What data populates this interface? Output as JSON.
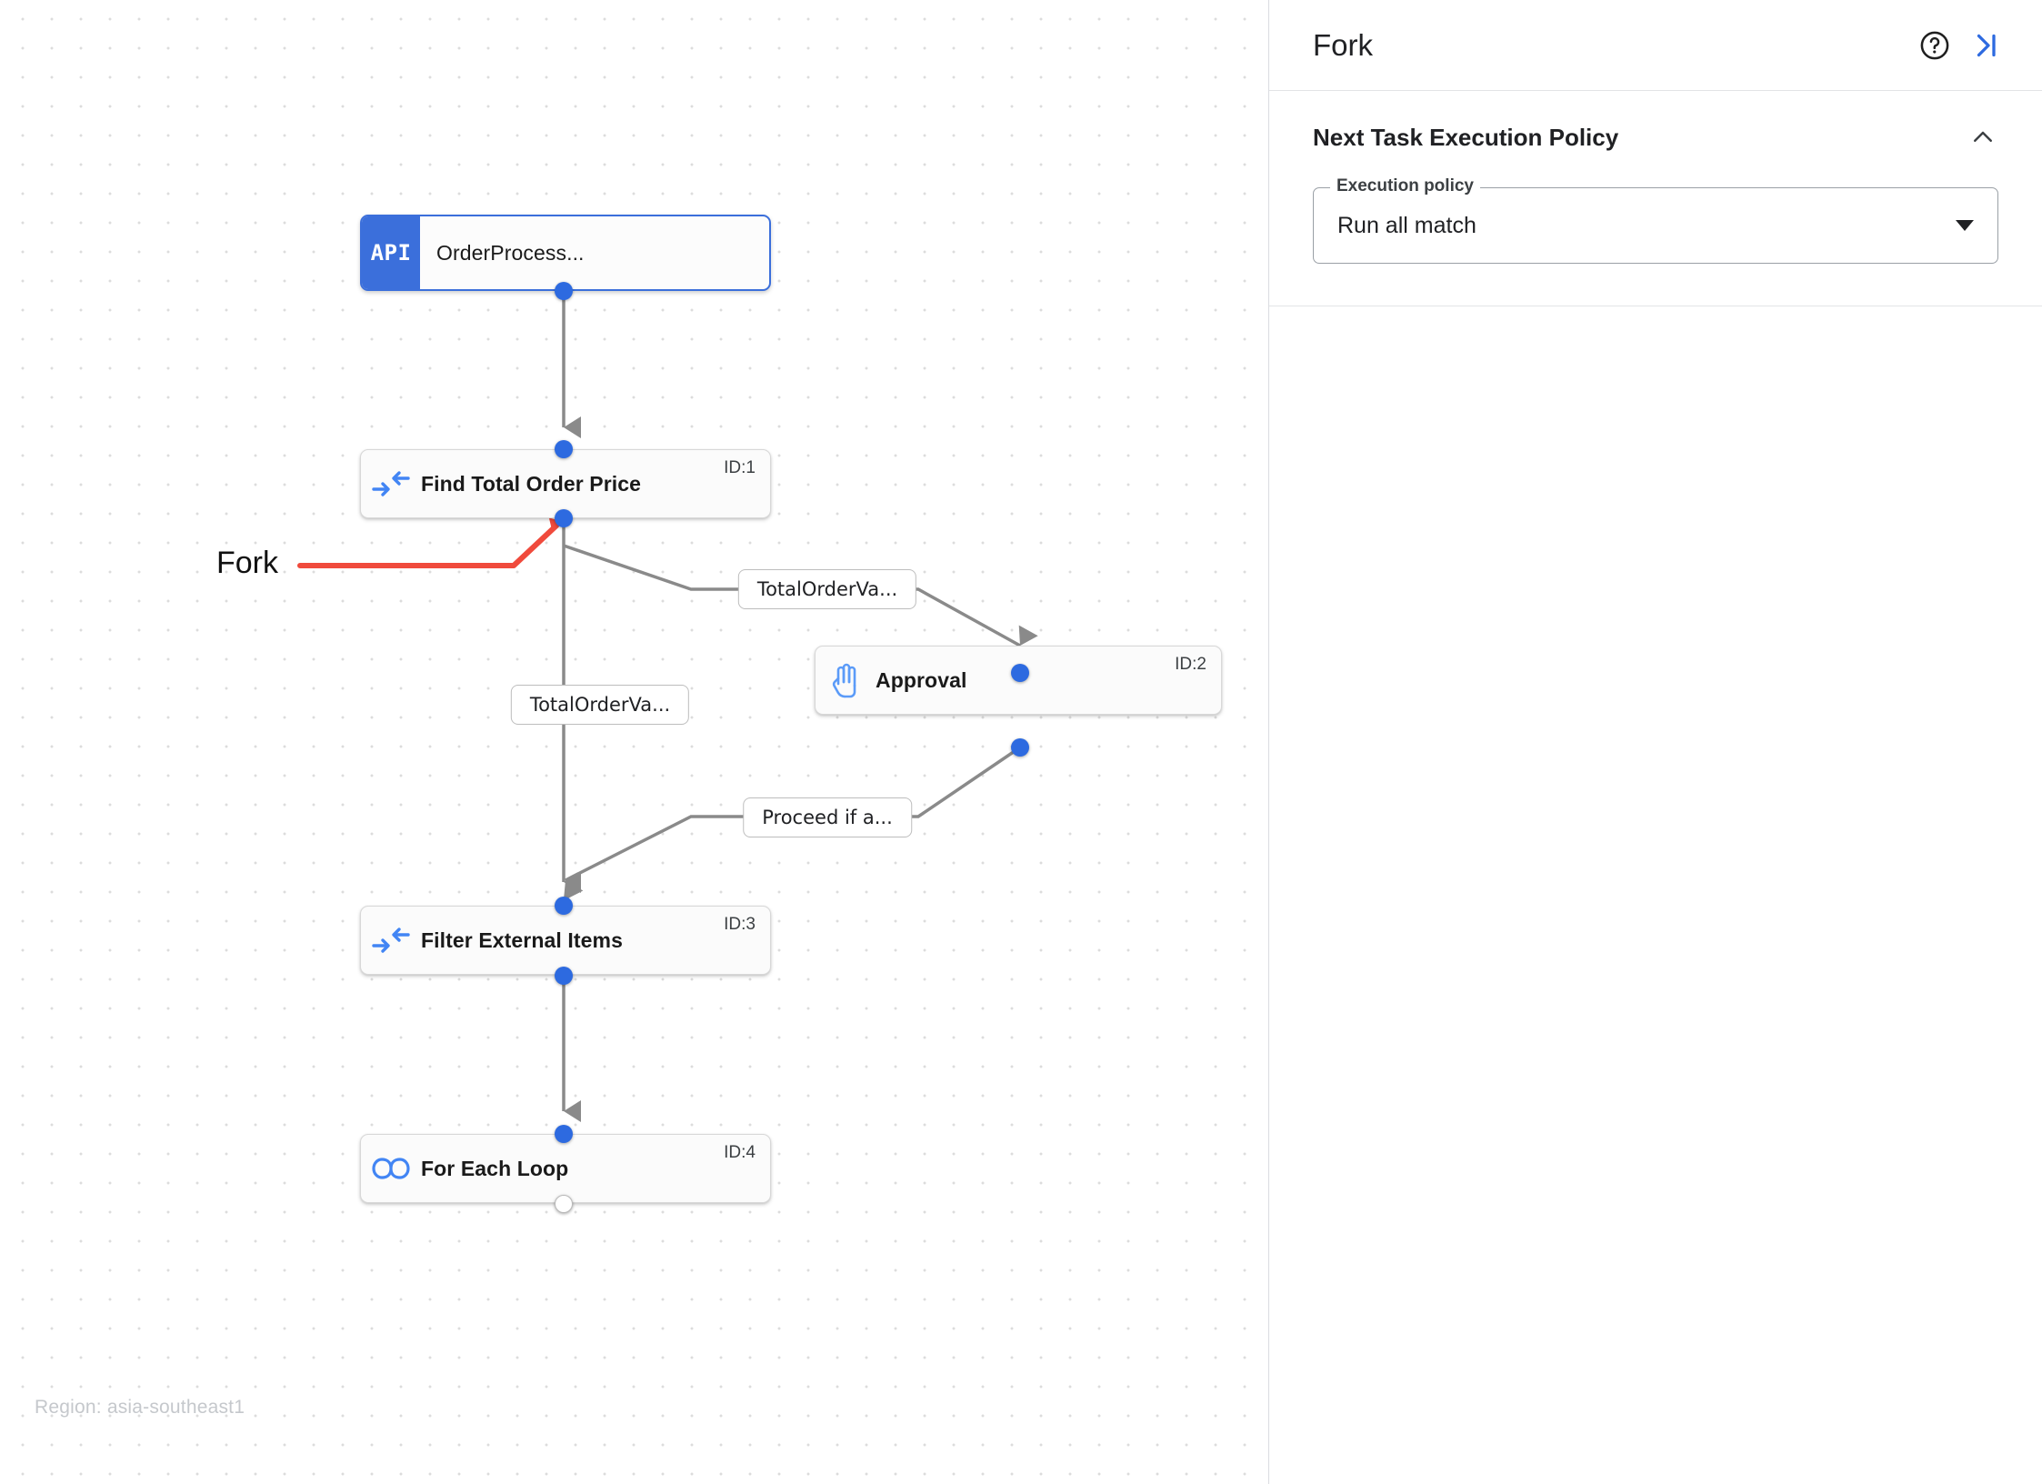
{
  "canvas": {
    "region_label": "Region: asia-southeast1",
    "annotation": {
      "text": "Fork",
      "color": "#f04a3c"
    },
    "nodes": [
      {
        "id": "api",
        "badge": "API",
        "title": "OrderProcess...",
        "icon": "api-badge-icon",
        "id_label": ""
      },
      {
        "id": "n1",
        "title": "Find Total Order Price",
        "icon": "merge-arrows-icon",
        "id_label": "ID:1"
      },
      {
        "id": "n2",
        "title": "Approval",
        "icon": "hand-raised-icon",
        "id_label": "ID:2"
      },
      {
        "id": "n3",
        "title": "Filter External Items",
        "icon": "merge-arrows-icon",
        "id_label": "ID:3"
      },
      {
        "id": "n4",
        "title": "For Each Loop",
        "icon": "infinity-loop-icon",
        "id_label": "ID:4"
      }
    ],
    "edge_labels": [
      {
        "id": "e1",
        "text": "TotalOrderVa..."
      },
      {
        "id": "e2",
        "text": "TotalOrderVa..."
      },
      {
        "id": "e3",
        "text": "Proceed if a..."
      }
    ],
    "colors": {
      "node_accent": "#3b6fdb",
      "handle": "#2d6ae0",
      "edge": "#8a8a8a",
      "annotation": "#f04a3c"
    }
  },
  "panel": {
    "title": "Fork",
    "help_icon": "help-circle-icon",
    "collapse_icon": "collapse-panel-icon",
    "section": {
      "title": "Next Task Execution Policy",
      "collapse_icon": "chevron-up-icon",
      "select": {
        "label": "Execution policy",
        "value": "Run all match",
        "arrow_icon": "chevron-down-icon"
      }
    }
  }
}
